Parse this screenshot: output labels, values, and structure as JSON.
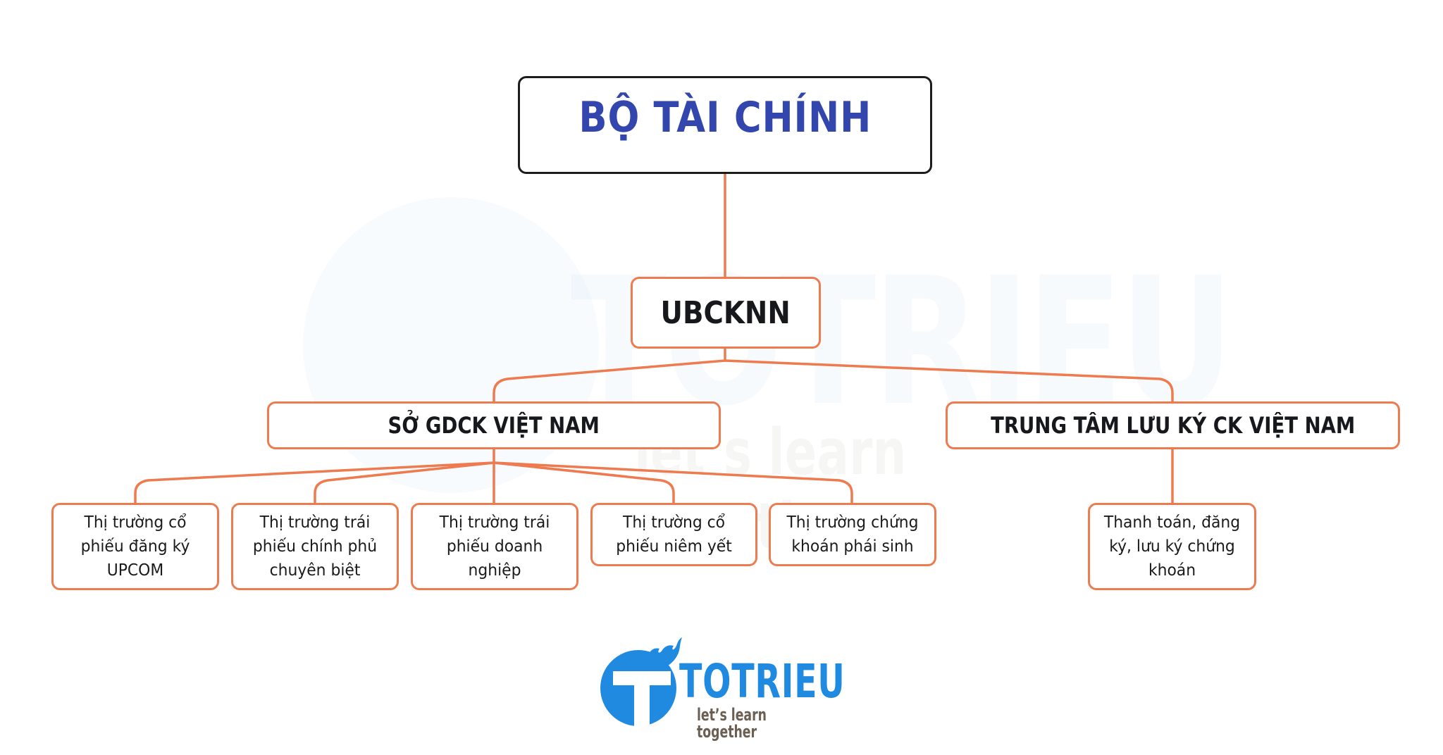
{
  "diagram": {
    "type": "org-chart",
    "root": {
      "label": "BỘ TÀI CHÍNH"
    },
    "level1": {
      "label": "UBCKNN"
    },
    "level2": [
      {
        "label": "SỞ GDCK VIỆT NAM",
        "children": [
          {
            "label": "Thị trường cổ phiếu đăng ký UPCOM"
          },
          {
            "label": "Thị trường trái phiếu chính phủ chuyên biệt"
          },
          {
            "label": "Thị trường trái phiếu doanh nghiệp"
          },
          {
            "label": "Thị trường cổ phiếu niêm yết"
          },
          {
            "label": "Thị trường chứng khoán phái sinh"
          }
        ]
      },
      {
        "label": "TRUNG TÂM LƯU KÝ CK VIỆT NAM",
        "children": [
          {
            "label": "Thanh toán, đăng ký, lưu ký chứng khoán"
          }
        ]
      }
    ]
  },
  "logo": {
    "title": "TOTRIEU",
    "tagline": "let’s learn together"
  },
  "watermark": {
    "title": "TOTRIEU",
    "tagline": "let’s learn together"
  },
  "colors": {
    "root_text": "#3346ad",
    "root_border": "#1c1c1c",
    "connector": "#ee7b4f",
    "node_border": "#ee7b4f",
    "node_text": "#16181b",
    "logo_blue": "#1f8ae0",
    "logo_tagline": "#6b5e52"
  }
}
